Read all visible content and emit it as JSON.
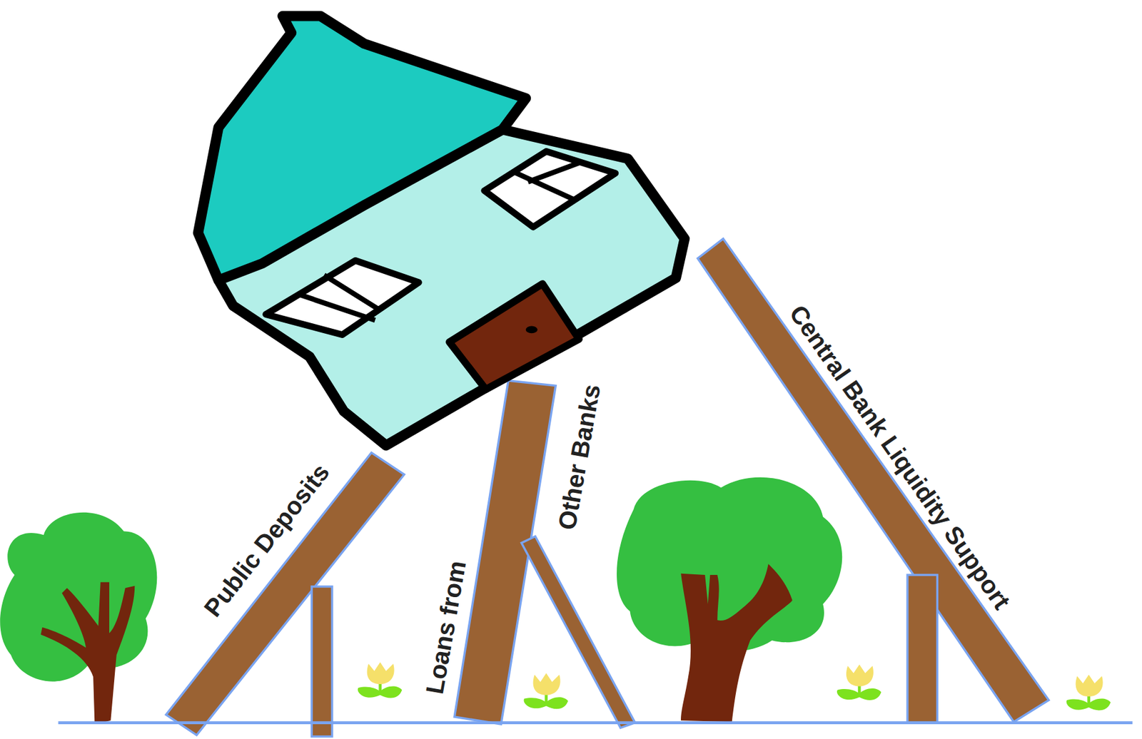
{
  "diagram": {
    "labels": [
      "Public Deposits",
      "Loans from",
      "Other Banks",
      "Central Bank Liquidity Support"
    ]
  }
}
